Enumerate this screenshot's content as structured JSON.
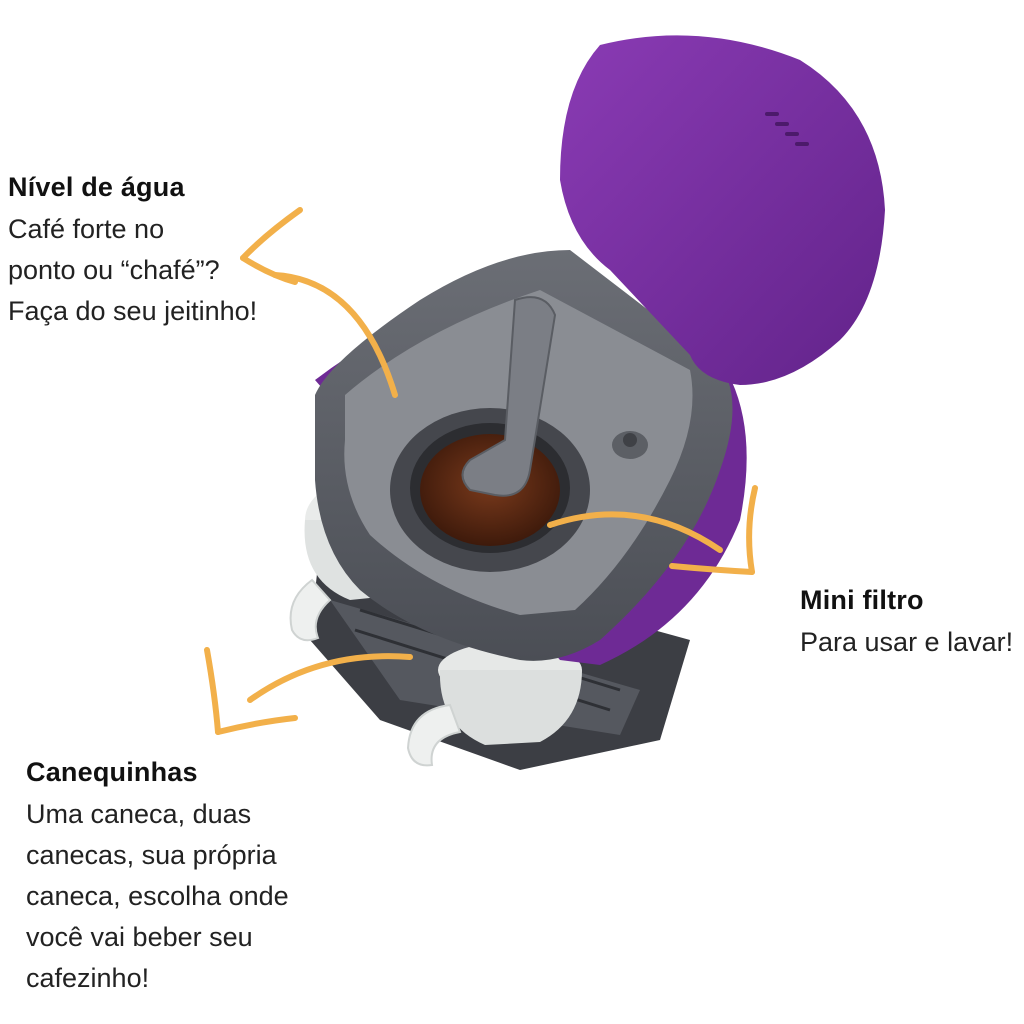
{
  "callouts": {
    "nivel_agua": {
      "title": "Nível de água",
      "text": "Café forte no\nponto ou “chafé”?\nFaça do seu jeitinho!"
    },
    "mini_filtro": {
      "title": "Mini filtro",
      "text": "Para usar e lavar!"
    },
    "canequinhas": {
      "title": "Canequinhas",
      "text": "Uma caneca, duas\ncanecas, sua própria\ncaneca, escolha onde\nvocê vai beber seu\ncafezinho!"
    }
  },
  "colors": {
    "accent_arrow": "#f2b04a",
    "lid_purple": "#7a2fa0",
    "body_gray": "#5f6269",
    "coffee": "#5a2a14"
  }
}
